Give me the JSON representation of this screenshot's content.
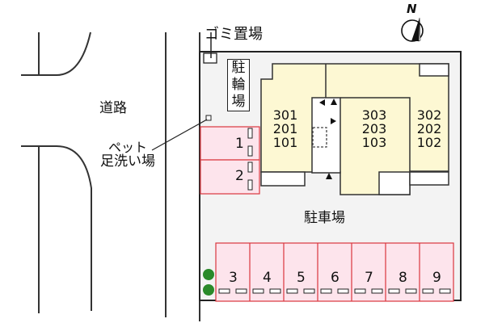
{
  "labels": {
    "garbage": "ゴミ置場",
    "bicycle_parking": [
      "駐",
      "輪",
      "場"
    ],
    "road": "道路",
    "pet_wash_line1": "ペット",
    "pet_wash_line2": "足洗い場",
    "parking_lot": "駐車場",
    "north": "N"
  },
  "building": {
    "west_stack": [
      "301",
      "201",
      "101"
    ],
    "center_stack": [
      "303",
      "203",
      "103"
    ],
    "east_stack": [
      "302",
      "202",
      "102"
    ]
  },
  "parking_side": [
    {
      "number": "1"
    },
    {
      "number": "2"
    }
  ],
  "parking_bottom": [
    {
      "number": "3"
    },
    {
      "number": "4"
    },
    {
      "number": "5"
    },
    {
      "number": "6"
    },
    {
      "number": "7"
    },
    {
      "number": "8"
    },
    {
      "number": "9"
    }
  ],
  "colors": {
    "lot_fill": "#f3f3f3",
    "building_fill": "#fdf8d3",
    "parking_fill": "#fde4ec",
    "parking_border": "#d9363e",
    "tree": "#2a8a2a",
    "line": "#222222"
  }
}
